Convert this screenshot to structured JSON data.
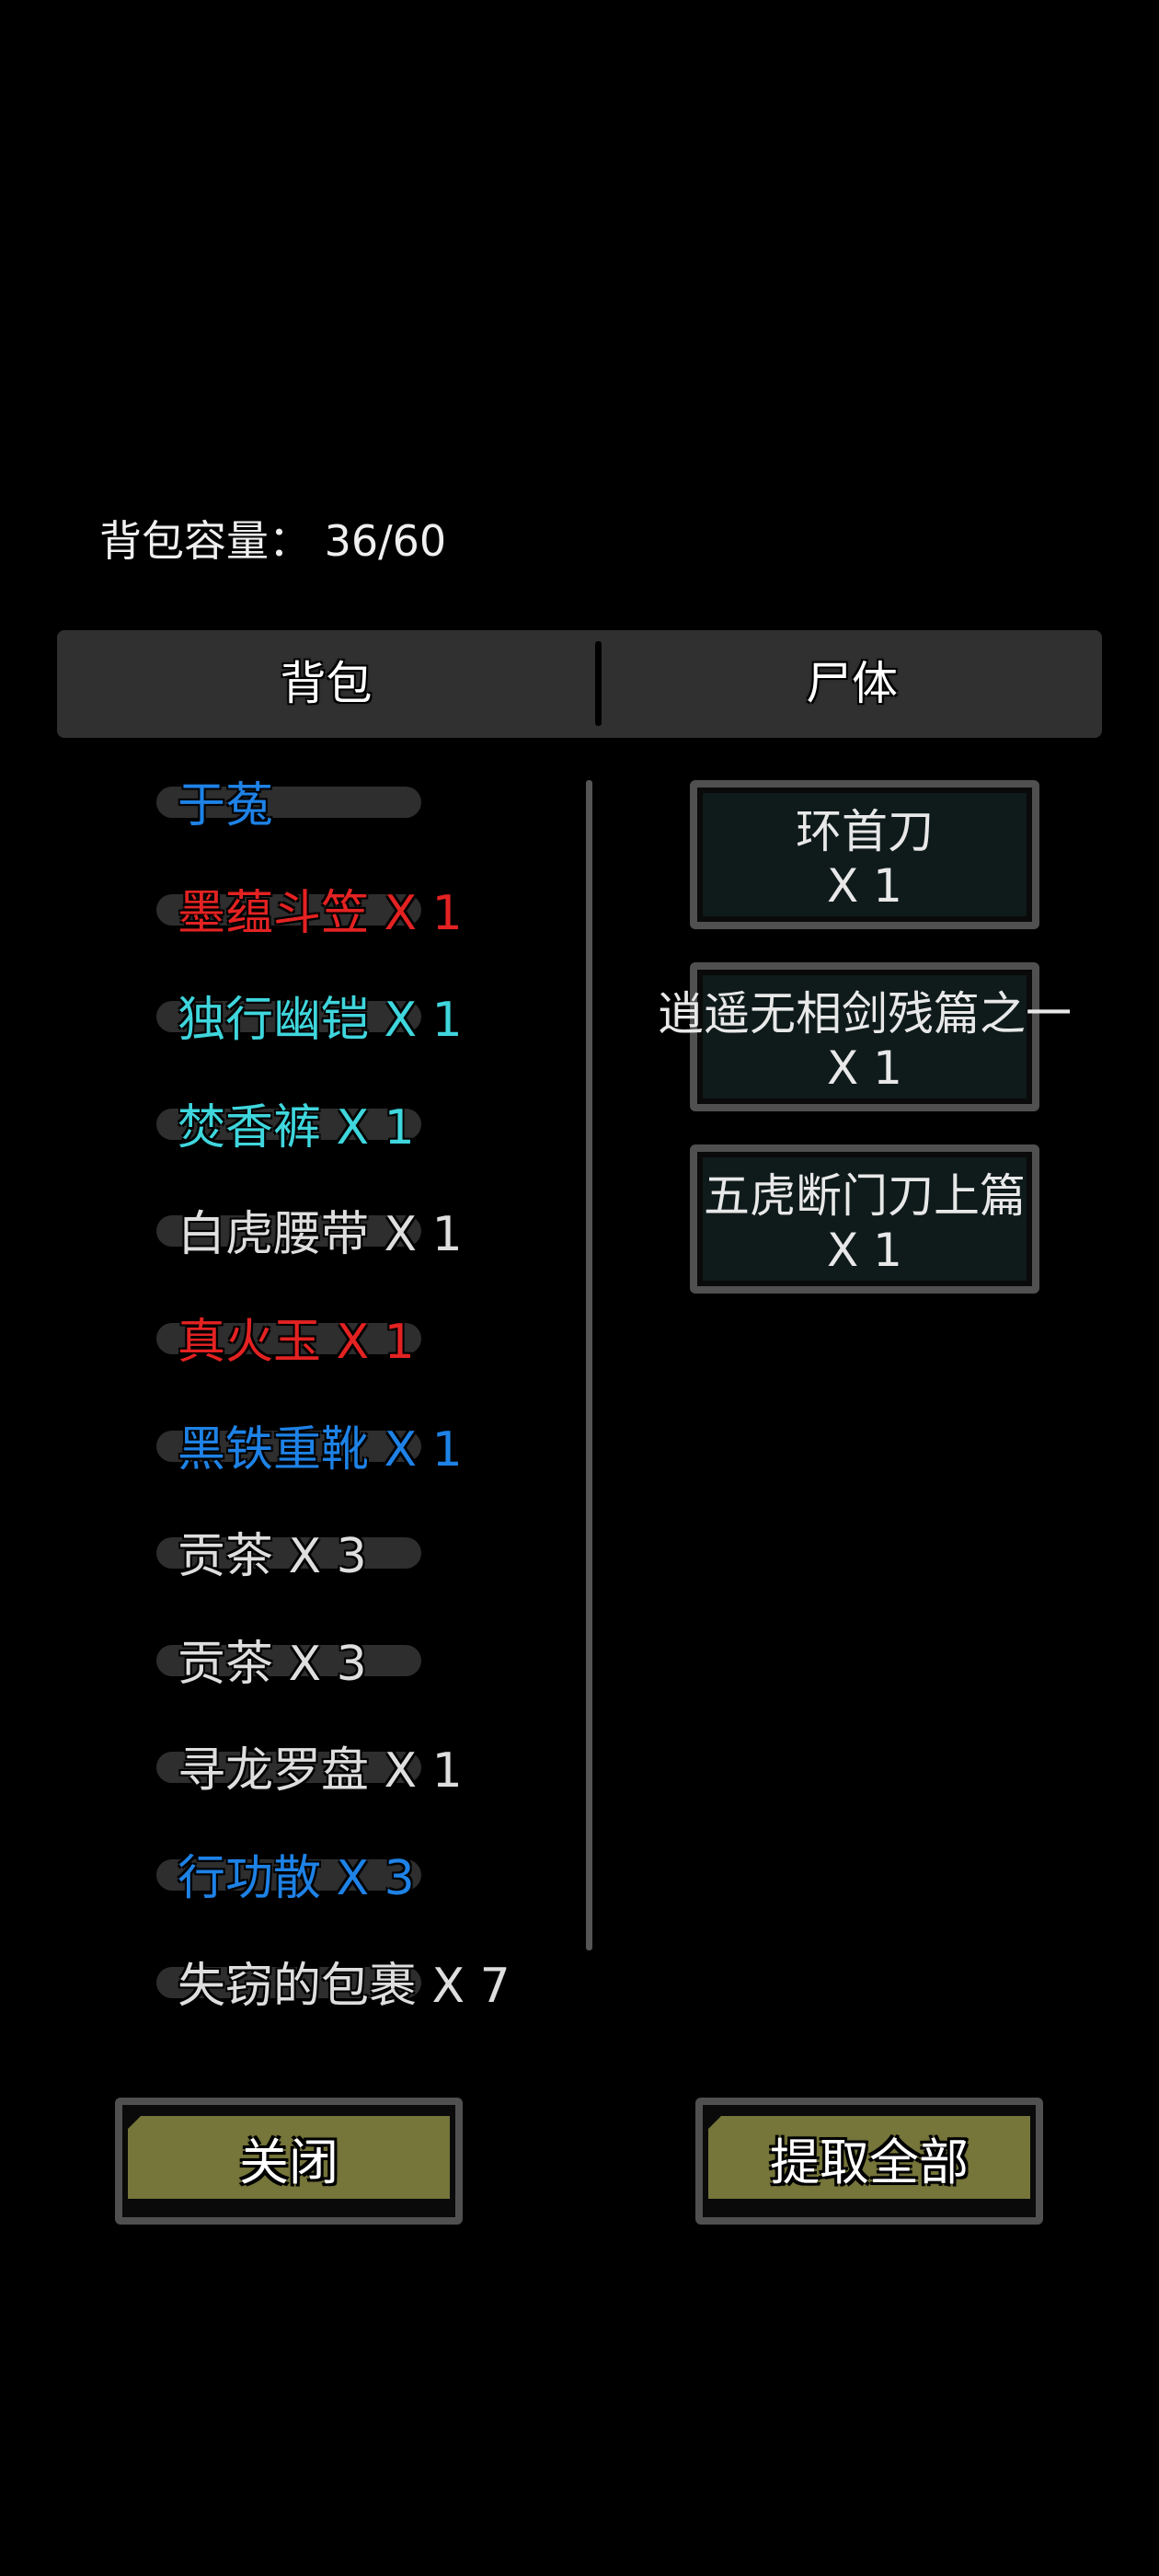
{
  "capacity": {
    "label": "背包容量：",
    "value": "36/60"
  },
  "tabs": [
    {
      "label": "背包"
    },
    {
      "label": "尸体"
    }
  ],
  "colors": {
    "blue": "#1e82e6",
    "red": "#e42222",
    "cyan": "#3fd6dd",
    "white": "#dedede"
  },
  "backpack_items": [
    {
      "text": "于菟",
      "color": "blue"
    },
    {
      "text": "墨蕴斗笠 X 1",
      "color": "red"
    },
    {
      "text": "独行幽铠 X 1",
      "color": "cyan"
    },
    {
      "text": "焚香裤 X 1",
      "color": "cyan"
    },
    {
      "text": "白虎腰带 X 1",
      "color": "white"
    },
    {
      "text": "真火玉 X 1",
      "color": "red"
    },
    {
      "text": "黑铁重靴 X 1",
      "color": "blue"
    },
    {
      "text": "贡茶 X 3",
      "color": "white"
    },
    {
      "text": "贡茶 X 3",
      "color": "white"
    },
    {
      "text": "寻龙罗盘 X 1",
      "color": "white"
    },
    {
      "text": "行功散 X 3",
      "color": "blue"
    },
    {
      "text": "失窃的包裹 X 7",
      "color": "white"
    }
  ],
  "corpse_items": [
    {
      "name": "环首刀",
      "qty": "X 1"
    },
    {
      "name": "逍遥无相剑残篇之一",
      "qty": "X 1"
    },
    {
      "name": "五虎断门刀上篇",
      "qty": "X 1"
    }
  ],
  "buttons": {
    "close": "关闭",
    "take_all": "提取全部"
  }
}
